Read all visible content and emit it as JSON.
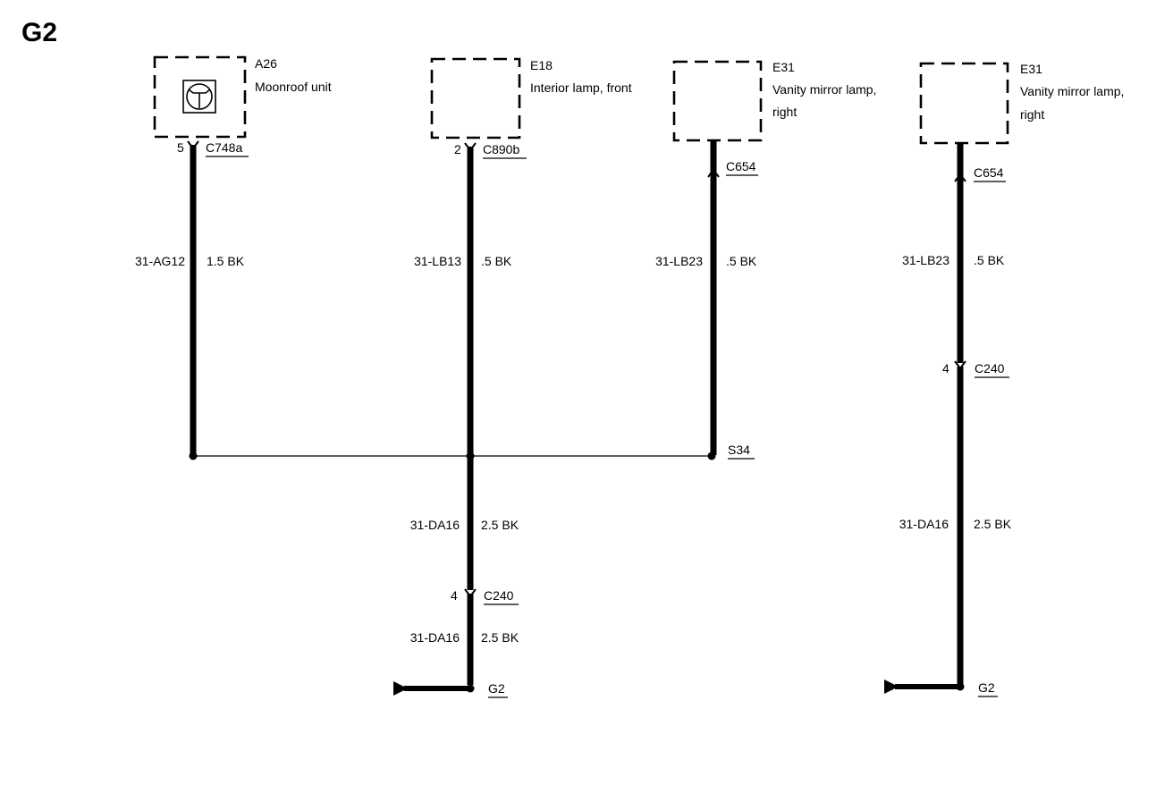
{
  "page": {
    "title": "G2"
  },
  "components": {
    "a26": {
      "id": "A26",
      "name": "Moonroof unit"
    },
    "e18": {
      "id": "E18",
      "name": "Interior lamp, front"
    },
    "e31a": {
      "id": "E31",
      "name_line1": "Vanity mirror lamp,",
      "name_line2": "right"
    },
    "e31b": {
      "id": "E31",
      "name_line1": "Vanity mirror lamp,",
      "name_line2": "right"
    }
  },
  "connectors": {
    "c748a": {
      "pin": "5",
      "name": "C748a"
    },
    "c890b": {
      "pin": "2",
      "name": "C890b"
    },
    "c654a": {
      "name": "C654"
    },
    "c654b": {
      "name": "C654"
    },
    "c240a": {
      "pin": "4",
      "name": "C240"
    },
    "c240b": {
      "pin": "4",
      "name": "C240"
    }
  },
  "wires": {
    "ag12": {
      "circuit": "31-AG12",
      "spec": "1.5 BK"
    },
    "lb13": {
      "circuit": "31-LB13",
      "spec": ".5 BK"
    },
    "lb23a": {
      "circuit": "31-LB23",
      "spec": ".5 BK"
    },
    "lb23b": {
      "circuit": "31-LB23",
      "spec": ".5 BK"
    },
    "da16a": {
      "circuit": "31-DA16",
      "spec": "2.5 BK"
    },
    "da16b": {
      "circuit": "31-DA16",
      "spec": "2.5 BK"
    },
    "da16c": {
      "circuit": "31-DA16",
      "spec": "2.5 BK"
    }
  },
  "splices": {
    "s34": "S34"
  },
  "grounds": {
    "g2a": "G2",
    "g2b": "G2"
  },
  "icons": {
    "moonroof": "moonroof-motor-icon",
    "ground": "ground-symbol-icon"
  }
}
